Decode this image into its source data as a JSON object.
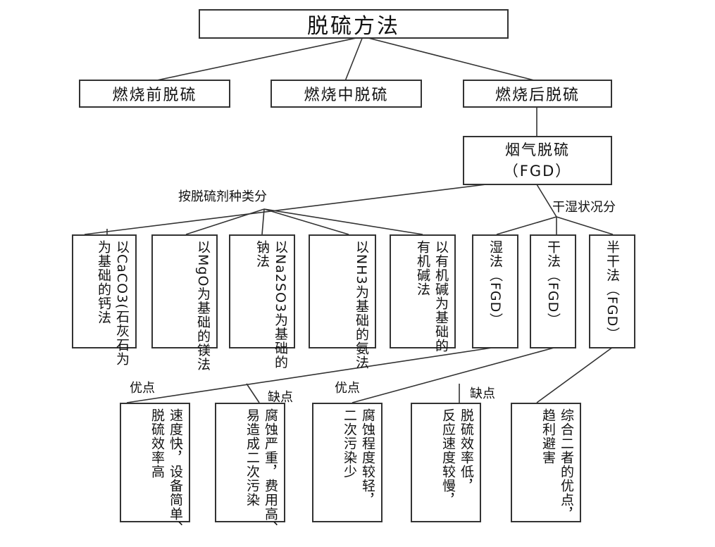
{
  "title": "脱硫方法",
  "level1": [
    "燃烧前脱硫",
    "燃烧中脱硫",
    "燃烧后脱硫"
  ],
  "fgd": {
    "line1": "烟气脱硫",
    "line2": "（FGD）"
  },
  "branch_labels": {
    "by_agent": "按脱硫剂种类分",
    "by_state": "干湿状况分"
  },
  "agent_methods": [
    "以CaCO3(石灰石为\n为基础的钙法",
    "以MgO为基础的镁法",
    "以Na2SO3为基础的\n钠法",
    "以NH3为基础的氨法",
    "以有机碱为基础的\n有机碱法"
  ],
  "state_methods": [
    "湿法（FGD）",
    "干法（FGD）",
    "半干法（FGD）"
  ],
  "pro_con_labels": {
    "wet_pro": "优点",
    "wet_con": "缺点",
    "dry_pro": "优点",
    "dry_con": "缺点"
  },
  "notes": [
    "速度快，设备简单、\n脱硫效率高",
    "腐蚀严重，费用高、\n易造成二次污染",
    "腐蚀程度较轻，\n二次污染少",
    "脱硫效率低，\n反应速度较慢，",
    "综合二者的优点，\n趋利避害"
  ]
}
